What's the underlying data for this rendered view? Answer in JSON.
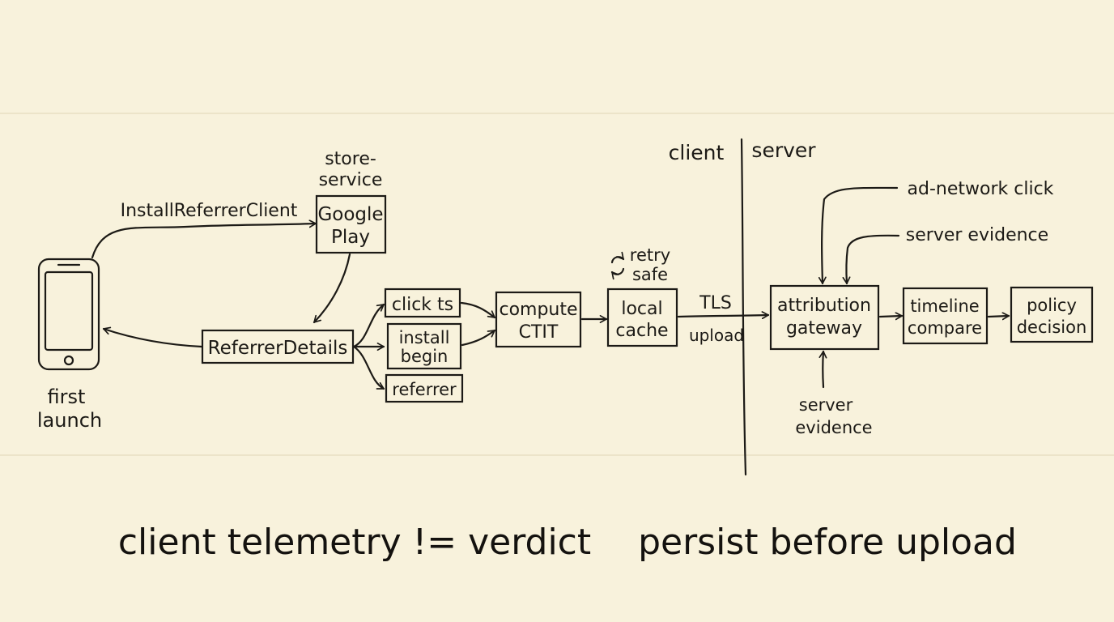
{
  "divider": {
    "left_label": "client",
    "right_label": "server"
  },
  "device": {
    "caption_line1": "first",
    "caption_line2": "launch"
  },
  "store": {
    "label_line1": "store-",
    "label_line2": "service",
    "box_line1": "Google",
    "box_line2": "Play",
    "call_label": "InstallReferrerClient"
  },
  "referrer_details": "ReferrerDetails",
  "fields": {
    "click_ts": "click ts",
    "install_begin_line1": "install",
    "install_begin_line2": "begin",
    "referrer": "referrer"
  },
  "compute": {
    "line1": "compute",
    "line2": "CTIT"
  },
  "cache": {
    "line1": "local",
    "line2": "cache",
    "note_line1": "retry",
    "note_line2": "safe"
  },
  "transport": {
    "top": "TLS",
    "bottom": "upload"
  },
  "gateway": {
    "line1": "attribution",
    "line2": "gateway"
  },
  "inputs": {
    "ad_click": "ad-network click",
    "evidence_top": "server evidence",
    "evidence_bottom_line1": "server",
    "evidence_bottom_line2": "evidence"
  },
  "timeline": {
    "line1": "timeline",
    "line2": "compare"
  },
  "policy": {
    "line1": "policy",
    "line2": "decision"
  },
  "footer": {
    "left": "client telemetry != verdict",
    "right": "persist before upload"
  },
  "icons": {
    "retry": "refresh-icon",
    "device": "smartphone-icon"
  }
}
